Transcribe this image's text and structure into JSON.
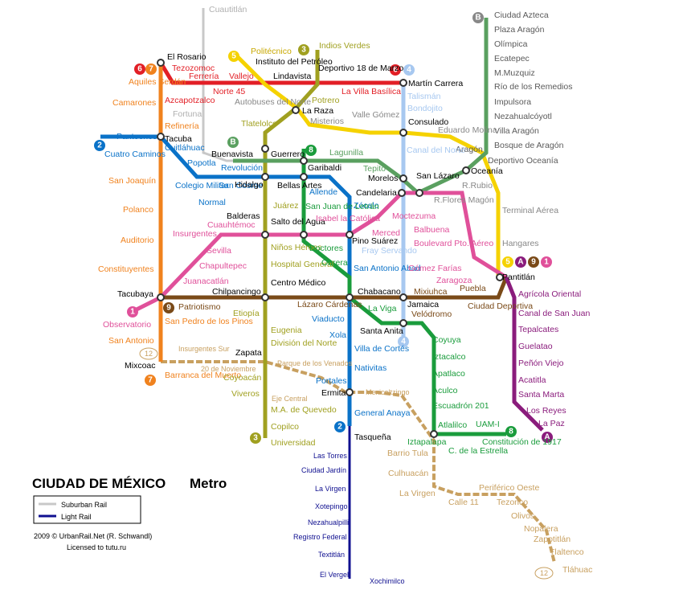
{
  "title": "CIUDAD DE MÉXICO",
  "subtitle": "Metro",
  "legend": {
    "suburban": "Suburban Rail",
    "light": "Light Rail"
  },
  "credit": "2009 © UrbanRail.Net (R. Schwandl)",
  "license": "Licensed to tutu.ru",
  "colors": {
    "l1": "#e0509a",
    "l2": "#0a72c8",
    "l3": "#a0a020",
    "l4": "#a7c8f0",
    "l5": "#f5d200",
    "l6": "#e21f26",
    "l7": "#f0821e",
    "l8": "#1a9c3c",
    "l9": "#7a4a18",
    "lA": "#8a1c7c",
    "lB": "#5aa060",
    "l12": "#c8a060",
    "light": "#101090",
    "suburban": "#c8c8c8"
  },
  "badges": {
    "b6a": "6",
    "b7a": "7",
    "b2a": "2",
    "b5a": "5",
    "b3a": "3",
    "b6b": "6",
    "b4a": "4",
    "bB": "B",
    "bBb": "B",
    "b8a": "8",
    "b1a": "1",
    "b9a": "9",
    "b7b": "7",
    "b12a": "12",
    "b4b": "4",
    "b2b": "2",
    "b3b": "3",
    "b8b": "8",
    "bA": "A",
    "b5b": "5",
    "bAb": "A",
    "b9b": "9",
    "b1b": "1",
    "b12b": "12"
  },
  "stations": {
    "cuautitlan": "Cuautitlán",
    "politecnico": "Politécnico",
    "indios_verdes": "Indios Verdes",
    "el_rosario": "El Rosario",
    "tezozomoc": "Tezozomoc",
    "aquiles_serdan": "Aquiles Serdán",
    "ferreria": "Ferrería",
    "vallejo": "Vallejo",
    "instituto_petroleo": "Instituto del Petróleo",
    "lindavista": "Lindavista",
    "deportivo_18": "Deportivo 18 de Marzo",
    "martin_carrera": "Martín Carrera",
    "azcapotzalco": "Azcapotzalco",
    "norte45": "Norte 45",
    "autobuses_norte": "Autobuses del Norte",
    "potrero": "Potrero",
    "la_villa": "La Villa Basílica",
    "talisman": "Talismán",
    "camarones": "Camarones",
    "fortuna": "Fortuna",
    "la_raza": "La Raza",
    "misterios": "Misterios",
    "valle_gomez": "Valle Gómez",
    "bondojito": "Bondojito",
    "refineria": "Refinería",
    "tlatelolco": "Tlatelolco",
    "consulado": "Consulado",
    "eduardo_molina": "Eduardo Molina",
    "panteones": "Panteones",
    "tacuba": "Tacuba",
    "cuitlahuac": "Cuitláhuac",
    "cuatro_caminos": "Cuatro Caminos",
    "buenavista": "Buenavista",
    "guerrero": "Guerrero",
    "lagunilla": "Lagunilla",
    "canal_norte": "Canal del Norte",
    "aragon": "Aragón",
    "san_joaquin": "San Joaquín",
    "popotla": "Popotla",
    "revolucion": "Revolución",
    "garibaldi": "Garibaldi",
    "tepito": "Tepito",
    "morelos": "Morelos",
    "san_lazaro": "San Lázaro",
    "oceania": "Oceanía",
    "colegio_militar": "Colegio Militar",
    "normal": "Normal",
    "san_cosme": "San Cosme",
    "hidalgo": "Hidalgo",
    "bellas_artes": "Bellas Artes",
    "allende": "Allende",
    "san_juan_letran": "San Juan de Letrán",
    "candelaria": "Candelaria",
    "r_flores_magon": "R.Flores Magón",
    "r_rubio": "R.Rubio",
    "terminal_aerea": "Terminal Aérea",
    "polanco": "Polanco",
    "juarez": "Juárez",
    "zocalo": "Zócalo",
    "moctezuma": "Moctezuma",
    "balderas": "Balderas",
    "cuauhtemoc": "Cuauhtémoc",
    "salto_agua": "Salto del Agua",
    "isabel_catolica": "Isabel la Católica",
    "insurgentes": "Insurgentes",
    "merced": "Merced",
    "pino_suarez": "Pino Suárez",
    "balbuena": "Balbuena",
    "auditorio": "Auditorio",
    "sevilla": "Sevilla",
    "ninos_heroes": "Niños Héroes",
    "doctores": "Doctores",
    "fray_servando": "Fray Servando",
    "boulevard_aereo": "Boulevard Pto. Aéreo",
    "hangares": "Hangares",
    "chapultepec": "Chapultepec",
    "hospital_general": "Hospital General",
    "obrera": "Obrera",
    "san_antonio_abad": "San Antonio Abad",
    "gomez_farias": "Gómez Farías",
    "constituyentes": "Constituyentes",
    "juanacatlan": "Juanacatlán",
    "zaragoza": "Zaragoza",
    "pantitlan": "Pantitlán",
    "centro_medico": "Centro Médico",
    "chabacano": "Chabacano",
    "mixiuhca": "Mixiuhca",
    "puebla": "Puebla",
    "agricola_oriental": "Agrícola Oriental",
    "tacubaya": "Tacubaya",
    "chilpancingo": "Chilpancingo",
    "canal_san_juan": "Canal de San Juan",
    "patriotismo": "Patriotismo",
    "lazaro_cardenas": "Lázaro Cárdenas",
    "la_viga": "La Viga",
    "jamaica": "Jamaica",
    "ciudad_deportiva": "Ciudad Deportiva",
    "tepalcates": "Tepalcates",
    "observatorio": "Observatorio",
    "san_pedro_pinos": "San Pedro de los Pinos",
    "etiopia": "Etiopía",
    "viaducto": "Viaducto",
    "santa_anita": "Santa Anita",
    "velodromo": "Velódromo",
    "eugenia": "Eugenia",
    "xola": "Xola",
    "coyuya": "Coyuya",
    "guelatao": "Guelatao",
    "san_antonio": "San Antonio",
    "insurgentes_sur": "Insurgentes Sur",
    "division_norte": "División del Norte",
    "villa_cortes": "Villa de Cortés",
    "iztacalco": "Iztacalco",
    "penon_viejo": "Peñón Viejo",
    "mixcoac": "Mixcoac",
    "zapata": "Zapata",
    "veinte_nov": "20 de Noviembre",
    "parque_venados": "Parque de los Venados",
    "nativitas": "Nativitas",
    "apatlaco": "Apatlaco",
    "acatitla": "Acatitla",
    "barranca_muerto": "Barranca del Muerto",
    "coyoacan": "Coyoacán",
    "portales": "Portales",
    "aculco": "Aculco",
    "santa_marta": "Santa Marta",
    "viveros": "Viveros",
    "ermita": "Ermita",
    "mexicaltzingo": "Mexicaltzingo",
    "escuadron_201": "Escuadrón 201",
    "los_reyes": "Los Reyes",
    "eje_central": "Eje Central",
    "general_anaya": "General Anaya",
    "ma_quevedo": "M.A. de Quevedo",
    "atlalilco": "Atlalilco",
    "uam_i": "UAM-I",
    "la_paz": "La Paz",
    "copilco": "Copilco",
    "tasquena": "Tasqueña",
    "iztapalapa": "Iztapalapa",
    "constitucion": "Constitución de 1917",
    "universidad": "Universidad",
    "barrio_tula": "Barrio Tula",
    "c_estrella": "C. de la Estrella",
    "culhuacan": "Culhuacán",
    "las_torres": "Las Torres",
    "ciudad_jardin": "Ciudad Jardín",
    "la_virgen_lr": "La Virgen",
    "la_virgen_12": "La Virgen",
    "calle11": "Calle 11",
    "periferico_oeste": "Periférico Oeste",
    "xotepingo": "Xotepingo",
    "tezonco": "Tezonco",
    "olivos": "Olivos",
    "nezahualpilli": "Nezahualpilli",
    "nopalera": "Nopalera",
    "registro_federal": "Registro Federal",
    "zapotitlan": "Zapotitlán",
    "textitlan": "Textitlán",
    "tlaltenco": "Tlaltenco",
    "el_vergel": "El Vergel",
    "xochimilco": "Xochimilco",
    "tlahuac": "Tláhuac",
    "ciudad_azteca": "Ciudad Azteca",
    "plaza_aragon": "Plaza Aragón",
    "olimpica": "Olímpica",
    "ecatepec": "Ecatepec",
    "muzquiz": "M.Muzquiz",
    "rio_remedios": "Río de los Remedios",
    "impulsora": "Impulsora",
    "nezahualcoyotl": "Nezahualcóyotl",
    "villa_aragon": "Villa Aragón",
    "bosque_aragon": "Bosque de Aragón",
    "deportivo_oceania": "Deportivo Oceanía"
  }
}
